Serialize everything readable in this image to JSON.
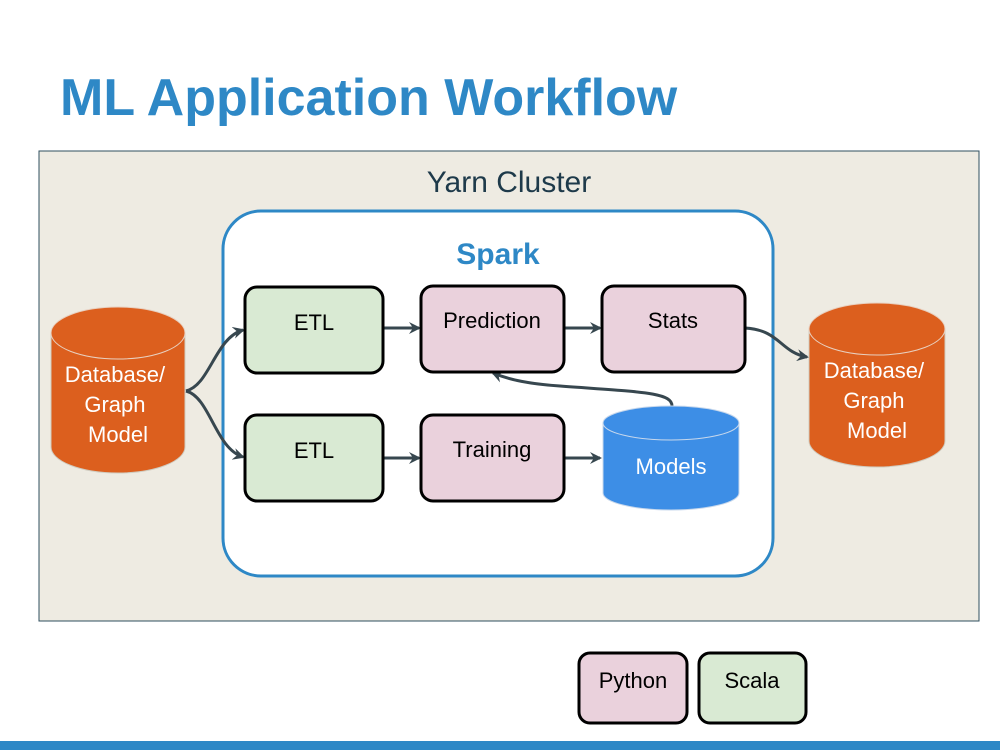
{
  "title": "ML Application Workflow",
  "cluster": {
    "label": "Yarn Cluster"
  },
  "spark": {
    "label": "Spark"
  },
  "source_db": {
    "lines": [
      "Database/",
      "Graph",
      "Model"
    ]
  },
  "target_db": {
    "lines": [
      "Database/",
      "Graph",
      "Model"
    ]
  },
  "nodes": {
    "etl_top": {
      "label": "ETL",
      "lang": "scala"
    },
    "etl_bottom": {
      "label": "ETL",
      "lang": "scala"
    },
    "prediction": {
      "label": "Prediction",
      "lang": "python"
    },
    "training": {
      "label": "Training",
      "lang": "python"
    },
    "stats": {
      "label": "Stats",
      "lang": "python"
    },
    "models": {
      "label": "Models"
    }
  },
  "edges": [
    {
      "from": "source_db",
      "to": "etl_top"
    },
    {
      "from": "source_db",
      "to": "etl_bottom"
    },
    {
      "from": "etl_top",
      "to": "prediction"
    },
    {
      "from": "prediction",
      "to": "stats"
    },
    {
      "from": "stats",
      "to": "target_db"
    },
    {
      "from": "etl_bottom",
      "to": "training"
    },
    {
      "from": "training",
      "to": "models"
    },
    {
      "from": "models",
      "to": "prediction"
    }
  ],
  "legend": [
    {
      "label": "Python",
      "color": "#ead1dc"
    },
    {
      "label": "Scala",
      "color": "#d9ead3"
    }
  ],
  "colors": {
    "accent": "#2e88c6",
    "cluster_bg": "#eeebe2",
    "database": "#dc5f1e",
    "models": "#3d8ee6",
    "arrow": "#37474f",
    "python": "#ead1dc",
    "scala": "#d9ead3"
  }
}
